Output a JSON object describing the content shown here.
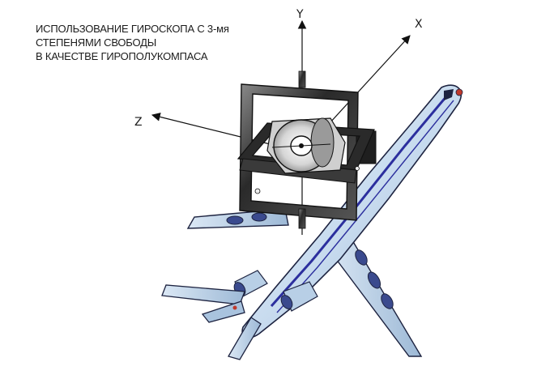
{
  "title": {
    "lines": [
      "ИСПОЛЬЗОВАНИЕ ГИРОСКОПА С 3-мя",
      "СТЕПЕНЯМИ СВОБОДЫ",
      "В КАЧЕСТВЕ ГИРОПОЛУКОМПАСА"
    ]
  },
  "axes": {
    "y": "Y",
    "x": "X",
    "z": "Z"
  },
  "colors": {
    "airplane_skin": "#c9dcef",
    "airplane_stripe": "#2c2f9e",
    "airplane_outline": "#1d2340",
    "gimbal_frame": "#2a2a2a",
    "rotor": "#d9d9d9",
    "axis_line": "#111111"
  }
}
